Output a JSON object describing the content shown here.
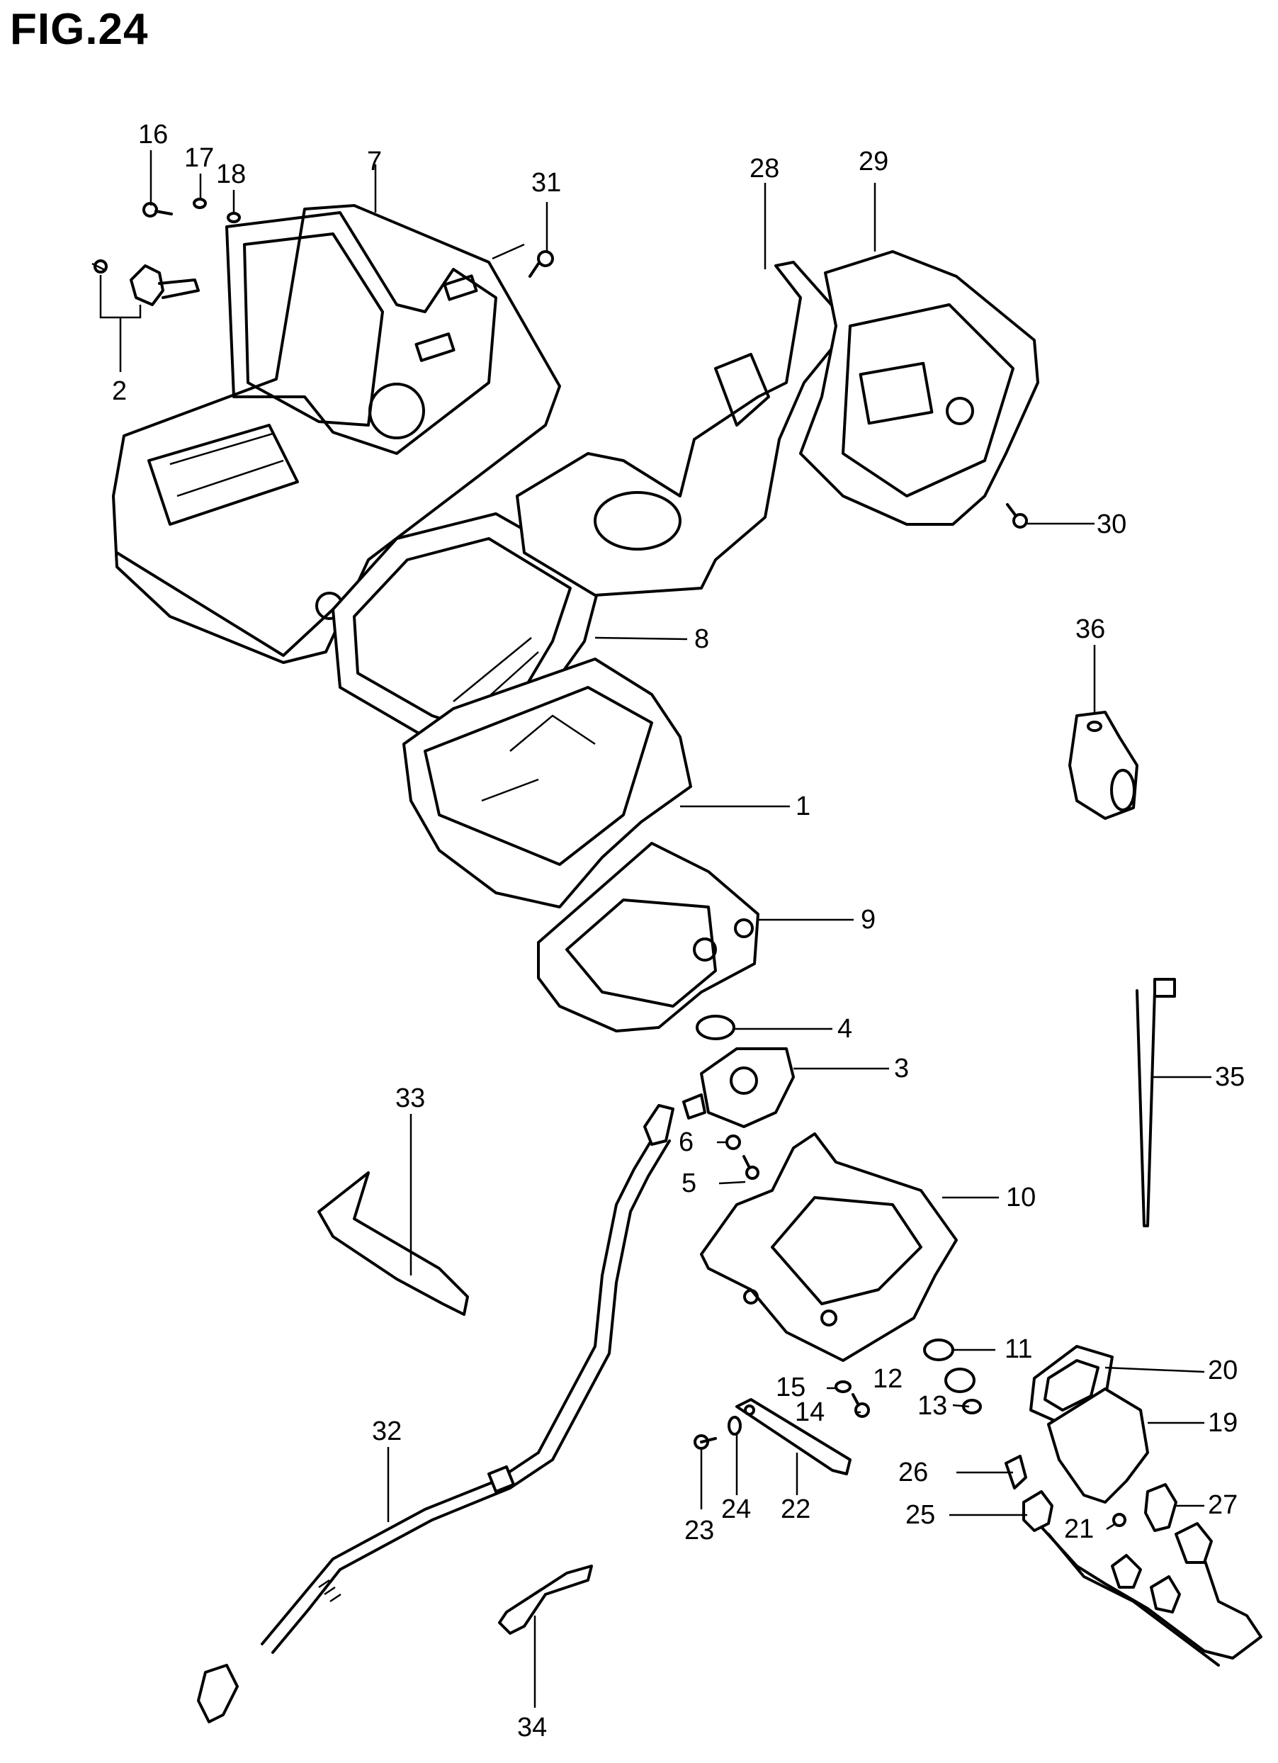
{
  "figure": {
    "title": "FIG.24"
  },
  "callouts": [
    {
      "id": "c1",
      "label": "1"
    },
    {
      "id": "c2",
      "label": "2"
    },
    {
      "id": "c3",
      "label": "3"
    },
    {
      "id": "c4",
      "label": "4"
    },
    {
      "id": "c5",
      "label": "5"
    },
    {
      "id": "c6",
      "label": "6"
    },
    {
      "id": "c7",
      "label": "7"
    },
    {
      "id": "c8",
      "label": "8"
    },
    {
      "id": "c9",
      "label": "9"
    },
    {
      "id": "c10",
      "label": "10"
    },
    {
      "id": "c11",
      "label": "11"
    },
    {
      "id": "c12",
      "label": "12"
    },
    {
      "id": "c13",
      "label": "13"
    },
    {
      "id": "c14",
      "label": "14"
    },
    {
      "id": "c15",
      "label": "15"
    },
    {
      "id": "c16",
      "label": "16"
    },
    {
      "id": "c17",
      "label": "17"
    },
    {
      "id": "c18",
      "label": "18"
    },
    {
      "id": "c19",
      "label": "19"
    },
    {
      "id": "c20",
      "label": "20"
    },
    {
      "id": "c21",
      "label": "21"
    },
    {
      "id": "c22",
      "label": "22"
    },
    {
      "id": "c23",
      "label": "23"
    },
    {
      "id": "c24",
      "label": "24"
    },
    {
      "id": "c25",
      "label": "25"
    },
    {
      "id": "c26",
      "label": "26"
    },
    {
      "id": "c27",
      "label": "27"
    },
    {
      "id": "c28",
      "label": "28"
    },
    {
      "id": "c29",
      "label": "29"
    },
    {
      "id": "c30",
      "label": "30"
    },
    {
      "id": "c31",
      "label": "31"
    },
    {
      "id": "c32",
      "label": "32"
    },
    {
      "id": "c33",
      "label": "33"
    },
    {
      "id": "c34",
      "label": "34"
    },
    {
      "id": "c35",
      "label": "35"
    },
    {
      "id": "c36",
      "label": "36"
    }
  ]
}
